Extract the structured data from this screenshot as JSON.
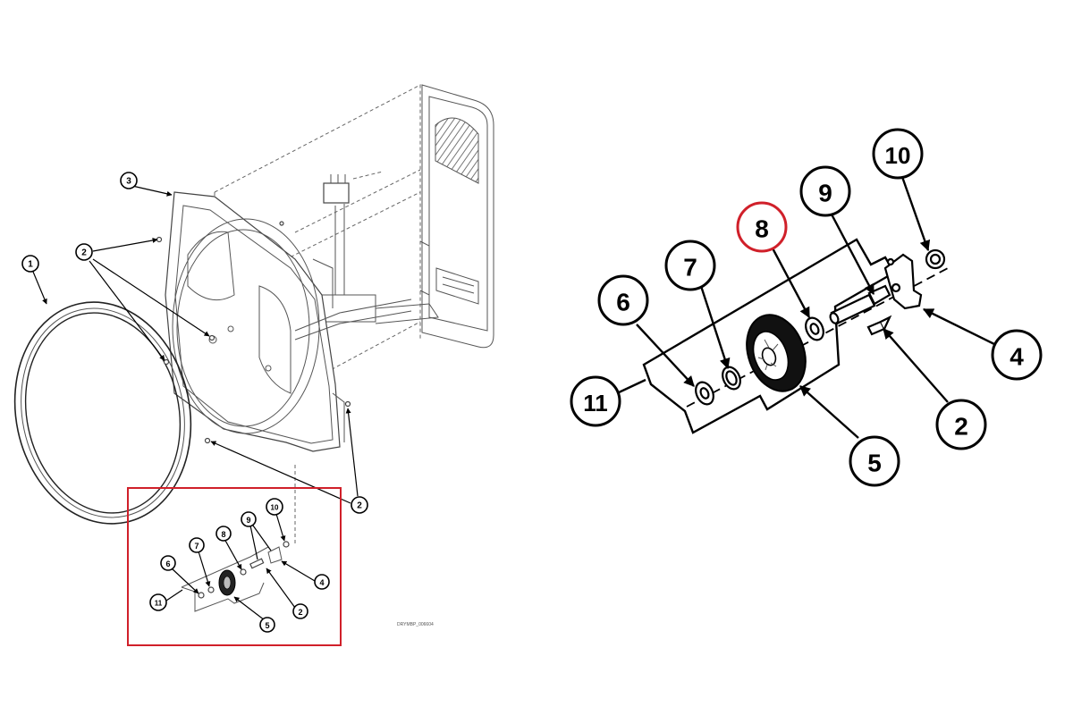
{
  "diagram": {
    "colors": {
      "line": "#000000",
      "highlight": "#d0202a",
      "background": "#ffffff"
    },
    "overview_callouts": {
      "c1": "1",
      "c2a": "2",
      "c2b": "2",
      "c3": "3",
      "c4": "4",
      "c5": "5",
      "c6": "6",
      "c7": "7",
      "c8": "8",
      "c9": "9",
      "c10": "10",
      "c11": "11",
      "c2c": "2"
    },
    "detail_callouts": {
      "c2": "2",
      "c4": "4",
      "c5": "5",
      "c6": "6",
      "c7": "7",
      "c8": "8",
      "c9": "9",
      "c10": "10",
      "c11": "11"
    },
    "highlighted_part": "8",
    "drawing_code": "DRYMBP_006604"
  }
}
